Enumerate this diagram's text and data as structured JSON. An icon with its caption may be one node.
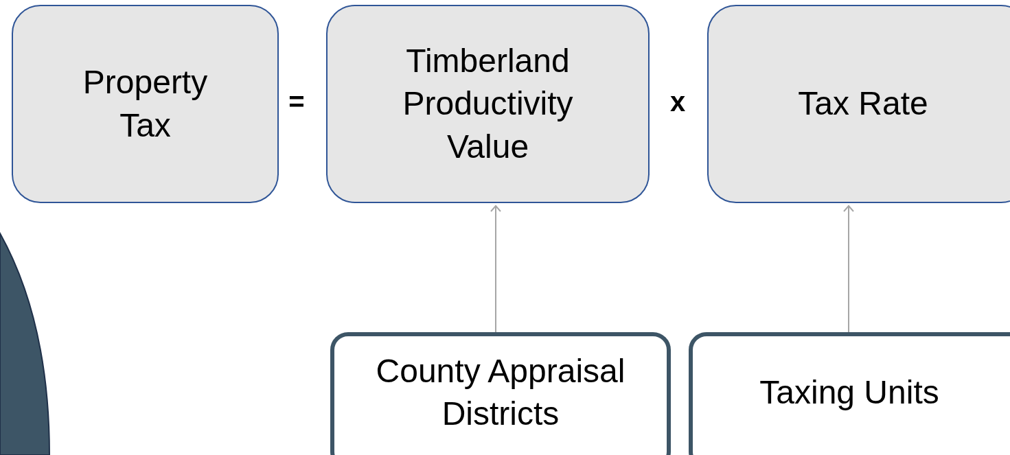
{
  "diagram": {
    "nodes": [
      {
        "text": [
          "Property Tax"
        ]
      },
      {
        "text": [
          "Timberland Productivity Value"
        ]
      },
      {
        "text": [
          "Tax Rate"
        ]
      },
      {
        "text": [
          "County Appraisal Districts"
        ]
      },
      {
        "text": [
          "Taxing Units"
        ]
      },
      {
        "text": [],
        "shape": "band"
      }
    ],
    "edges": [
      {
        "from": 3,
        "to": 1,
        "arrow": "to"
      },
      {
        "from": 4,
        "to": 2,
        "arrow": "to"
      }
    ],
    "labels": [
      "=",
      "x"
    ]
  }
}
